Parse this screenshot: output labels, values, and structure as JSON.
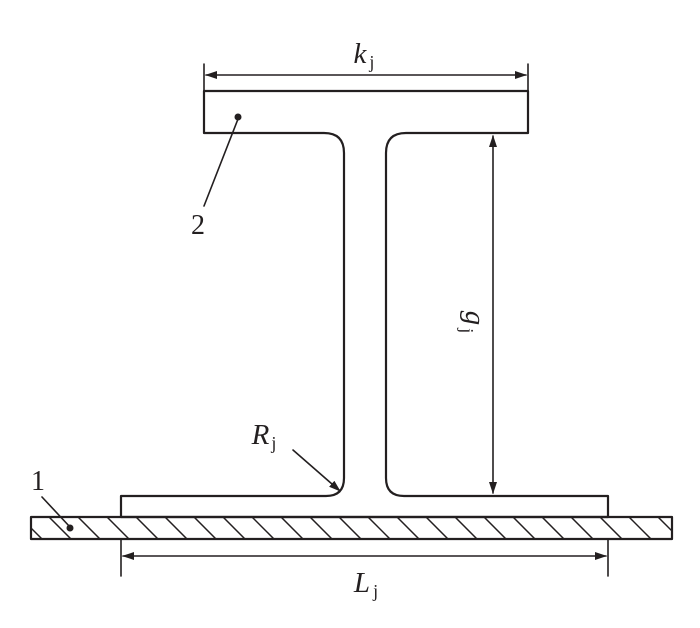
{
  "labels": {
    "part_1": "1",
    "part_2": "2",
    "dim_k": {
      "symbol": "k",
      "subscript": "j"
    },
    "dim_g": {
      "symbol": "g",
      "subscript": "j"
    },
    "dim_R": {
      "symbol": "R",
      "subscript": "j"
    },
    "dim_L": {
      "symbol": "L",
      "subscript": "j"
    }
  },
  "colors": {
    "line": "#231f20",
    "background": "#ffffff"
  }
}
